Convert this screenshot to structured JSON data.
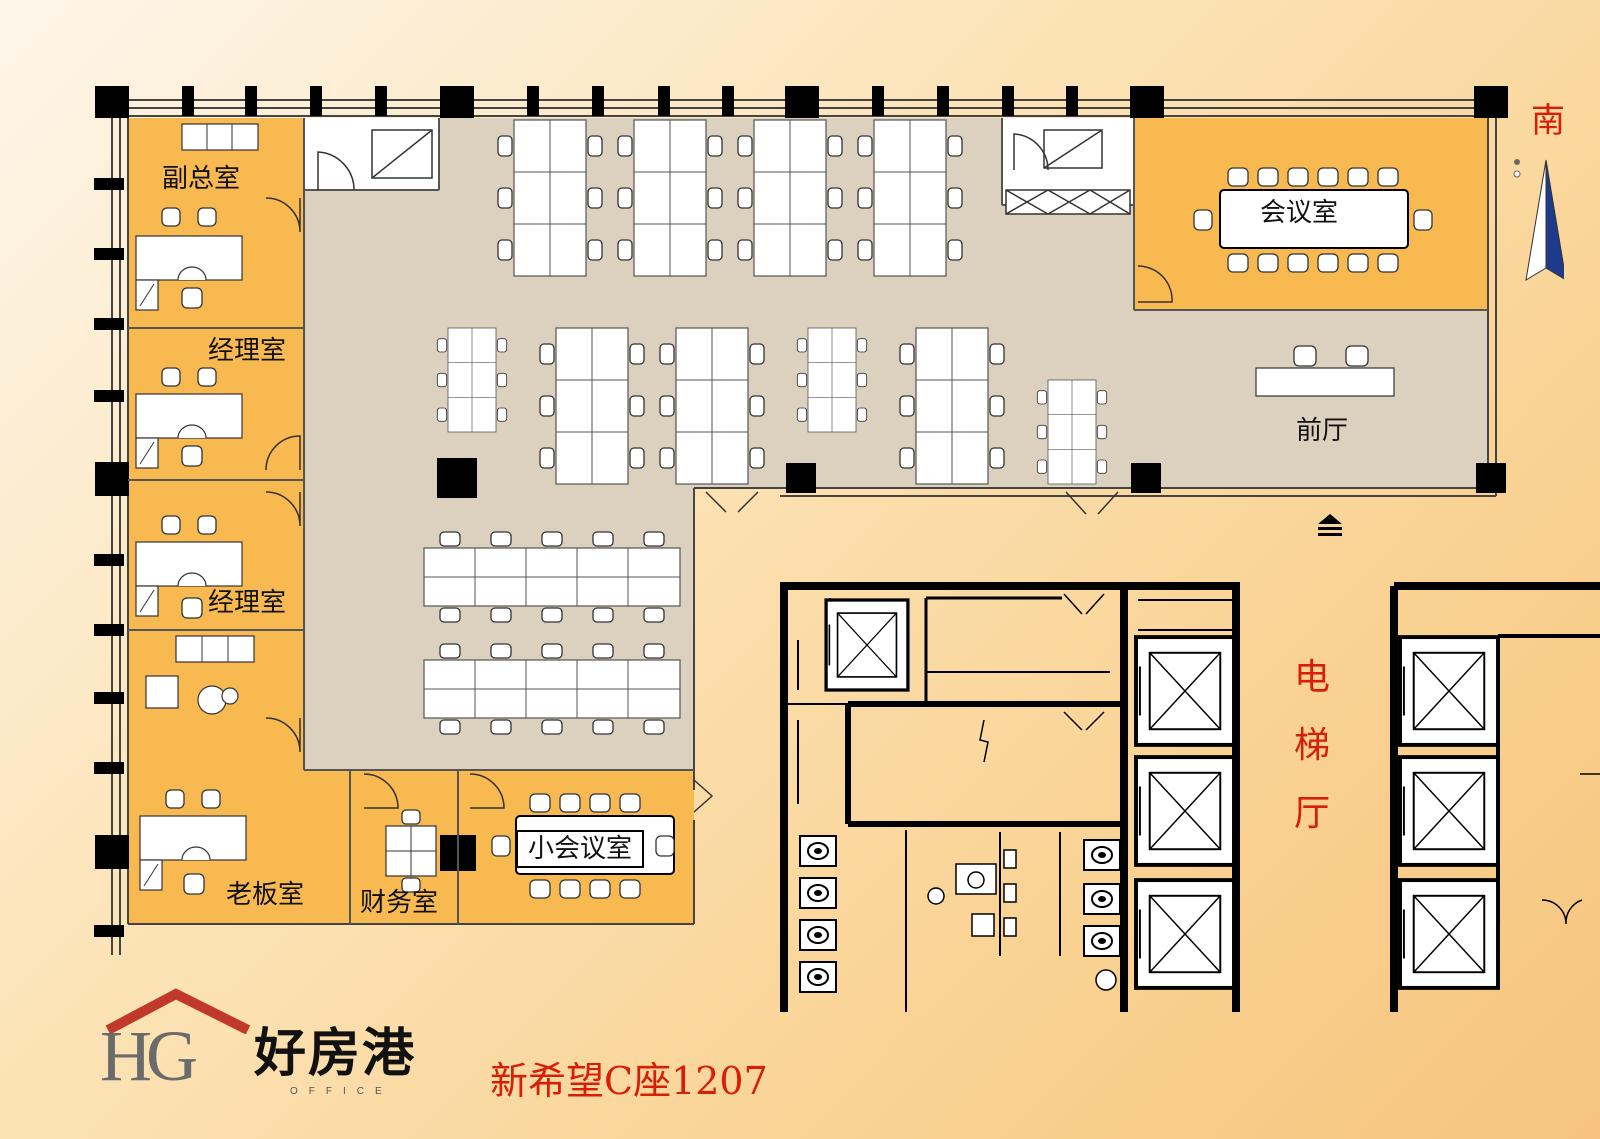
{
  "rooms": {
    "deputy_office": "副总室",
    "manager_office_1": "经理室",
    "manager_office_2": "经理室",
    "boss_office": "老板室",
    "finance_office": "财务室",
    "small_meeting_room": "小会议室",
    "meeting_room": "会议室",
    "lobby": "前厅"
  },
  "compass": {
    "direction": "南",
    "icon": "north-arrow-icon"
  },
  "elevator_hall": "电梯厅",
  "brand": {
    "logo": "HG",
    "name": "好房港",
    "subtitle": "OFFICE"
  },
  "address": "新希望C座1207",
  "colors": {
    "office_orange": "#f8b951",
    "open_area": "#dcd0bf",
    "wall": "#000000",
    "label_red": "#d81e06"
  }
}
